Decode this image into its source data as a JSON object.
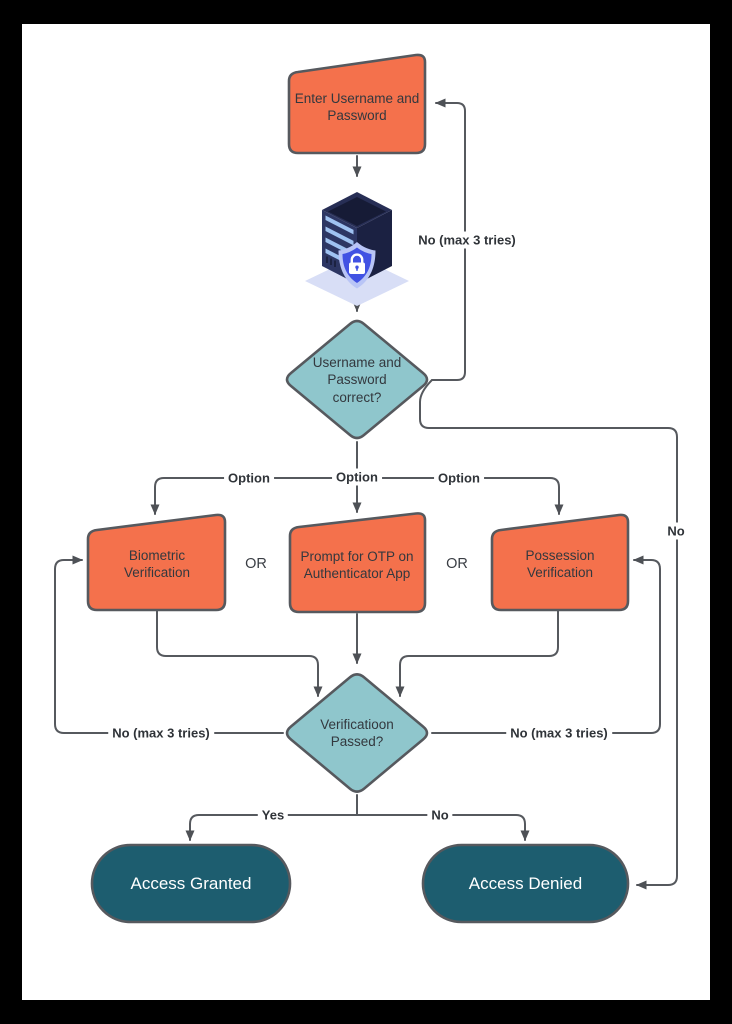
{
  "page": {
    "background": "#000000",
    "canvas": "#FFFFFF"
  },
  "flowchart": {
    "nodes": {
      "enter": {
        "label": "Enter Username and Password",
        "type": "manual-input"
      },
      "password_check": {
        "label": "Username and Password correct?",
        "type": "decision"
      },
      "biometric": {
        "label": "Biometric Verification",
        "type": "manual-input"
      },
      "otp": {
        "label": "Prompt for OTP on Authenticator App",
        "type": "manual-input"
      },
      "possession": {
        "label": "Possession Verification",
        "type": "manual-input"
      },
      "verification_check": {
        "label": "Verificatioon Passed?",
        "type": "decision"
      },
      "access_granted": {
        "label": "Access Granted",
        "type": "terminal"
      },
      "access_denied": {
        "label": "Access Denied",
        "type": "terminal"
      }
    },
    "edge_labels": {
      "retry_login": "No (max 3 tries)",
      "no_outer": "No",
      "option_left": "Option",
      "option_mid": "Option",
      "option_right": "Option",
      "or_left": "OR",
      "or_right": "OR",
      "retry_biometric": "No (max 3 tries)",
      "retry_possession": "No (max 3 tries)",
      "yes": "Yes",
      "no_bottom": "No"
    },
    "icons": {
      "server": "server-security-lock-icon"
    },
    "colors": {
      "process_fill": "#F4714C",
      "decision_fill": "#8FC6CC",
      "terminal_fill": "#1D5D6F",
      "stroke": "#56595E",
      "node_text": "#33383E",
      "terminal_text": "#FFFFFF"
    }
  }
}
